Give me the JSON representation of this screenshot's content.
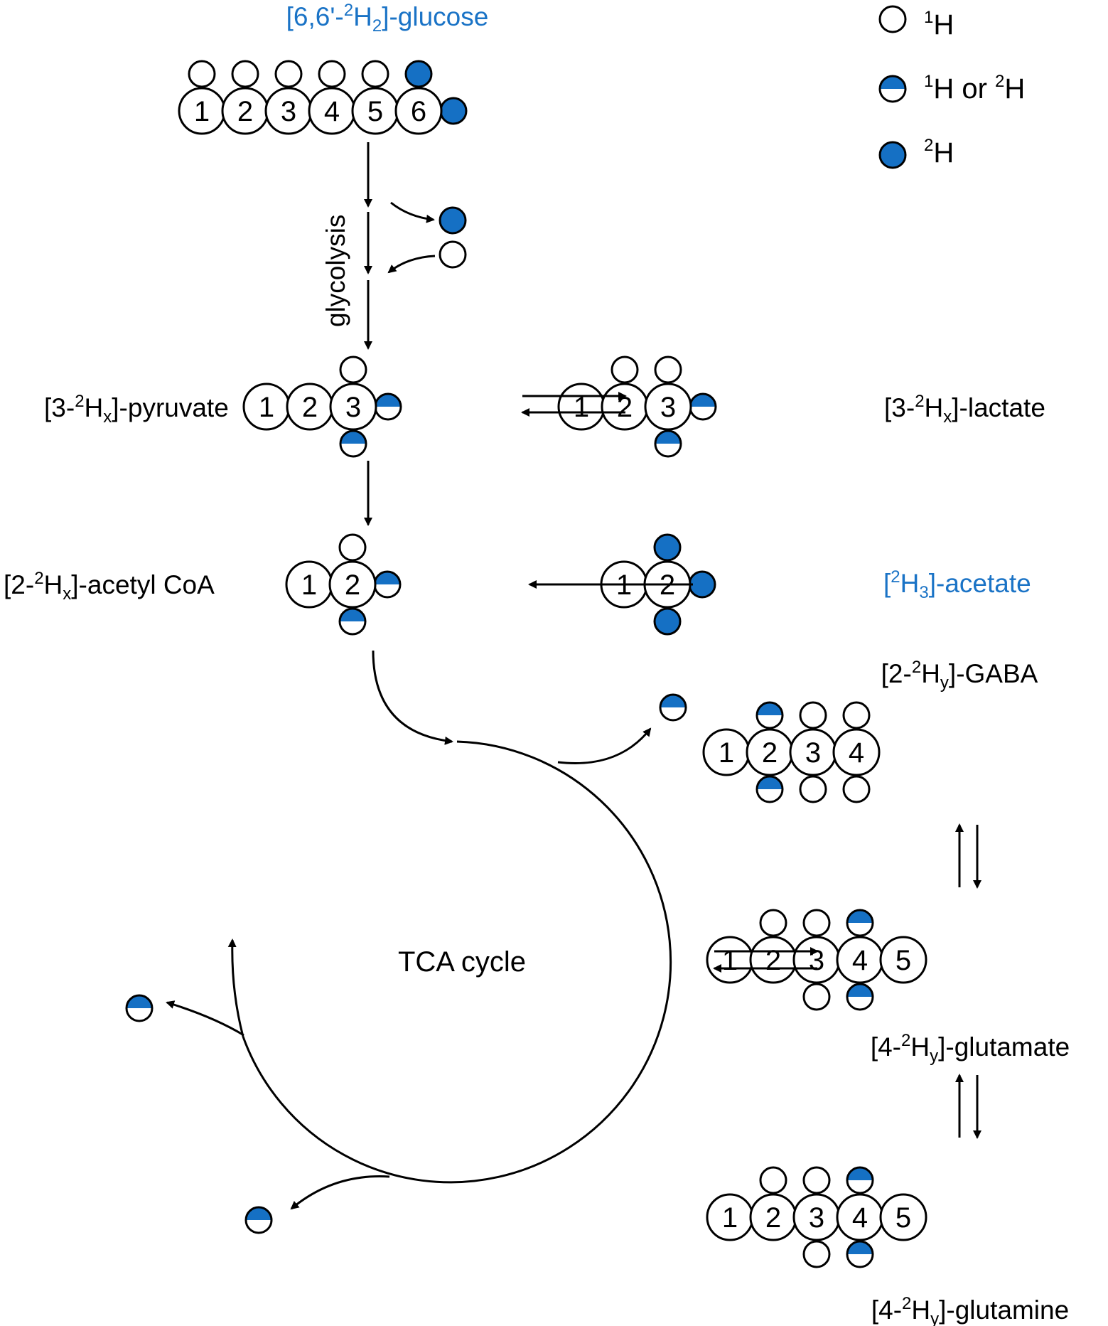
{
  "colors": {
    "deuterium": "#1570c4",
    "outline": "#000000",
    "accent_label": "#1a73c6",
    "background": "#ffffff"
  },
  "legend": {
    "h1": {
      "sup": "1",
      "base": "H"
    },
    "mixed": {
      "sup1": "1",
      "base1": "H or ",
      "sup2": "2",
      "base2": "H"
    },
    "h2": {
      "sup": "2",
      "base": "H"
    }
  },
  "molecules": {
    "glucose": {
      "pre": "[6,6'-",
      "sup": "2",
      "mid": "H",
      "sub": "2",
      "post": "]-glucose"
    },
    "pyruvate": {
      "pre": "[3-",
      "sup": "2",
      "mid": "H",
      "sub": "x",
      "post": "]-pyruvate"
    },
    "lactate": {
      "pre": "[3-",
      "sup": "2",
      "mid": "H",
      "sub": "x",
      "post": "]-lactate"
    },
    "acetylcoa": {
      "pre": "[2-",
      "sup": "2",
      "mid": "H",
      "sub": "x",
      "post": "]-acetyl CoA"
    },
    "acetate": {
      "pre": "[",
      "sup": "2",
      "mid": "H",
      "sub": "3",
      "post": "]-acetate"
    },
    "gaba": {
      "pre": "[2-",
      "sup": "2",
      "mid": "H",
      "sub": "y",
      "post": "]-GABA"
    },
    "glutamate": {
      "pre": "[4-",
      "sup": "2",
      "mid": "H",
      "sub": "y",
      "post": "]-glutamate"
    },
    "glutamine": {
      "pre": "[4-",
      "sup": "2",
      "mid": "H",
      "sub": "y",
      "post": "]-glutamine"
    }
  },
  "carbon_numbers": {
    "glucose": [
      "1",
      "2",
      "3",
      "4",
      "5",
      "6"
    ],
    "pyruvate": [
      "1",
      "2",
      "3"
    ],
    "lactate": [
      "1",
      "2",
      "3"
    ],
    "acetylcoa": [
      "1",
      "2"
    ],
    "acetate": [
      "1",
      "2"
    ],
    "gaba": [
      "1",
      "2",
      "3",
      "4"
    ],
    "glutamate": [
      "1",
      "2",
      "3",
      "4",
      "5"
    ],
    "glutamine": [
      "1",
      "2",
      "3",
      "4",
      "5"
    ]
  },
  "labels": {
    "glycolysis": "glycolysis",
    "tca_cycle": "TCA cycle"
  }
}
